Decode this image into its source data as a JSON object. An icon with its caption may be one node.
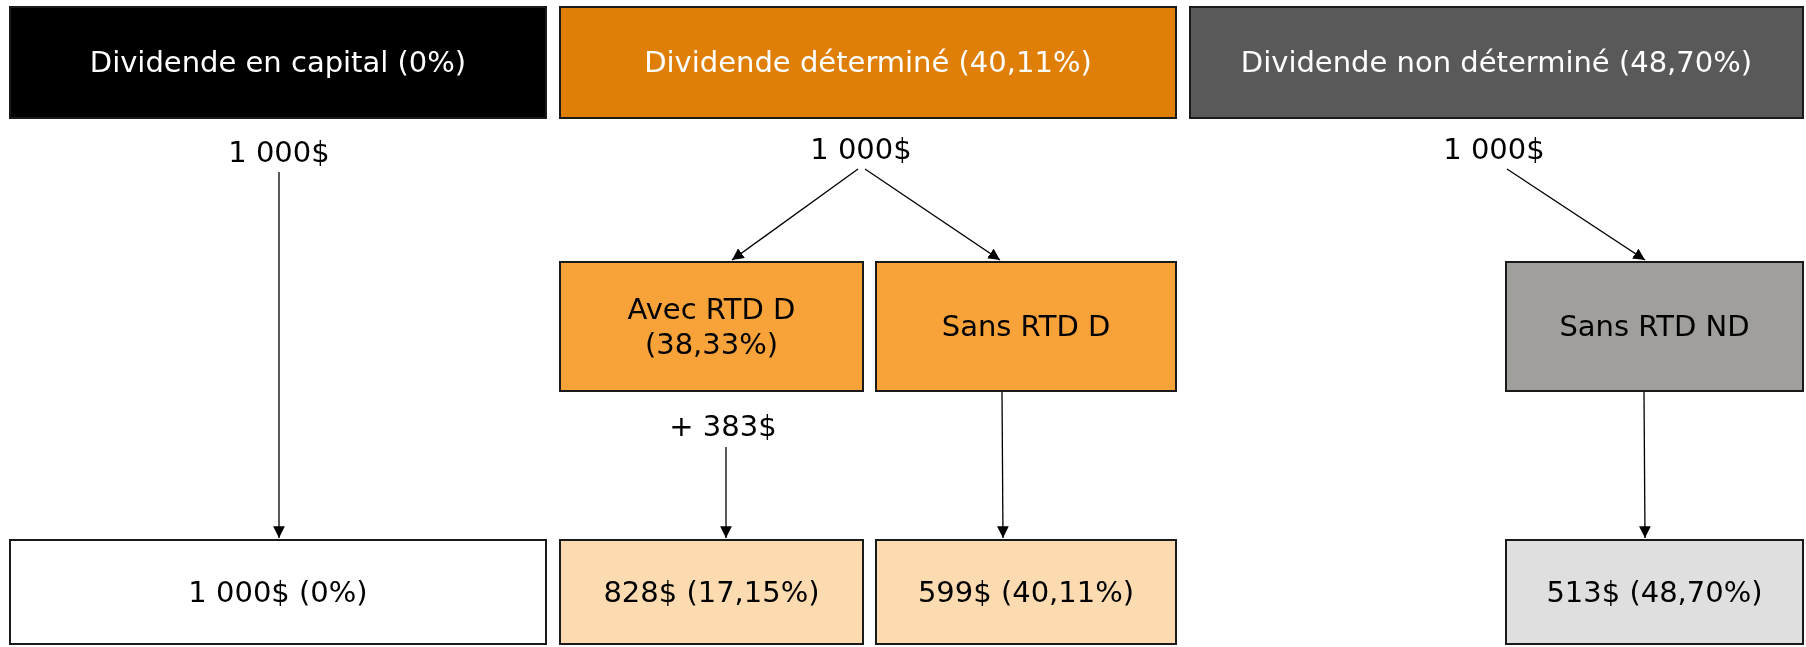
{
  "diagram": {
    "nodes": [
      {
        "text": [
          "Dividende en capital (0%)"
        ]
      },
      {
        "text": [
          "Dividende déterminé (40,11%)"
        ]
      },
      {
        "text": [
          "Dividende non déterminé (48,70%)"
        ]
      },
      {
        "text": [
          "1 000$"
        ]
      },
      {
        "text": [
          "1 000$"
        ]
      },
      {
        "text": [
          "1 000$"
        ]
      },
      {
        "text": [
          "Avec RTD D (38,33%)"
        ]
      },
      {
        "text": [
          "Sans RTD D"
        ]
      },
      {
        "text": [
          "Sans RTD ND"
        ]
      },
      {
        "text": [
          "+ 383$"
        ]
      },
      {
        "text": [
          "1 000$ (0%)"
        ]
      },
      {
        "text": [
          "828$ (17,15%)"
        ]
      },
      {
        "text": [
          "599$ (40,11%)"
        ]
      },
      {
        "text": [
          "513$ (48,70%)"
        ]
      }
    ],
    "edges": [
      {
        "from": 3,
        "to": 10,
        "arrow": "to"
      },
      {
        "from": 4,
        "to": 6,
        "arrow": "to"
      },
      {
        "from": 4,
        "to": 7,
        "arrow": "to"
      },
      {
        "from": 5,
        "to": 8,
        "arrow": "to"
      },
      {
        "from": 9,
        "to": 11,
        "arrow": "to"
      },
      {
        "from": 7,
        "to": 12,
        "arrow": "to"
      },
      {
        "from": 8,
        "to": 13,
        "arrow": "to"
      }
    ]
  }
}
